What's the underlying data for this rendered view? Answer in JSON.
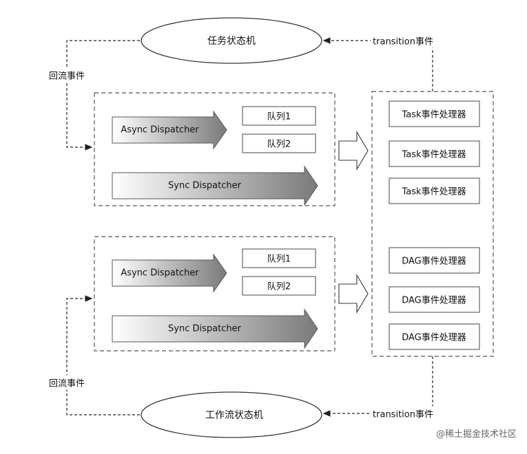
{
  "top_state_machine": "任务状态机",
  "bottom_state_machine": "工作流状态机",
  "reflow_event_top": "回流事件",
  "reflow_event_bottom": "回流事件",
  "transition_event_top": "transition事件",
  "transition_event_bottom": "transition事件",
  "upper_group": {
    "async_dispatcher": "Async Dispatcher",
    "sync_dispatcher": "Sync Dispatcher",
    "queues": [
      "队列1",
      "队列2"
    ]
  },
  "lower_group": {
    "async_dispatcher": "Async Dispatcher",
    "sync_dispatcher": "Sync Dispatcher",
    "queues": [
      "队列1",
      "队列2"
    ]
  },
  "task_handlers": [
    "Task事件处理器",
    "Task事件处理器",
    "Task事件处理器"
  ],
  "dag_handlers": [
    "DAG事件处理器",
    "DAG事件处理器",
    "DAG事件处理器"
  ],
  "watermark": "@稀土掘金技术社区"
}
